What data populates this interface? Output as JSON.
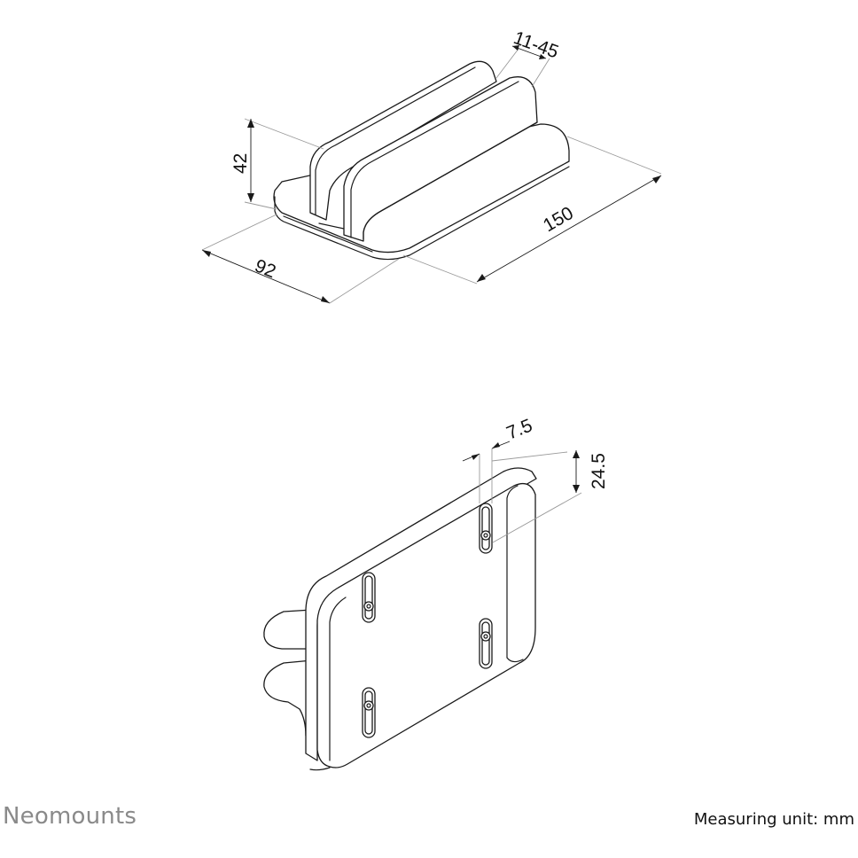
{
  "brand": "Neomounts",
  "unit_note": "Measuring unit: mm",
  "dimensions": {
    "slot_width": "11-45",
    "height": "42",
    "length": "150",
    "width": "92",
    "hole_offset": "7.5",
    "hole_spacing": "24.5"
  }
}
